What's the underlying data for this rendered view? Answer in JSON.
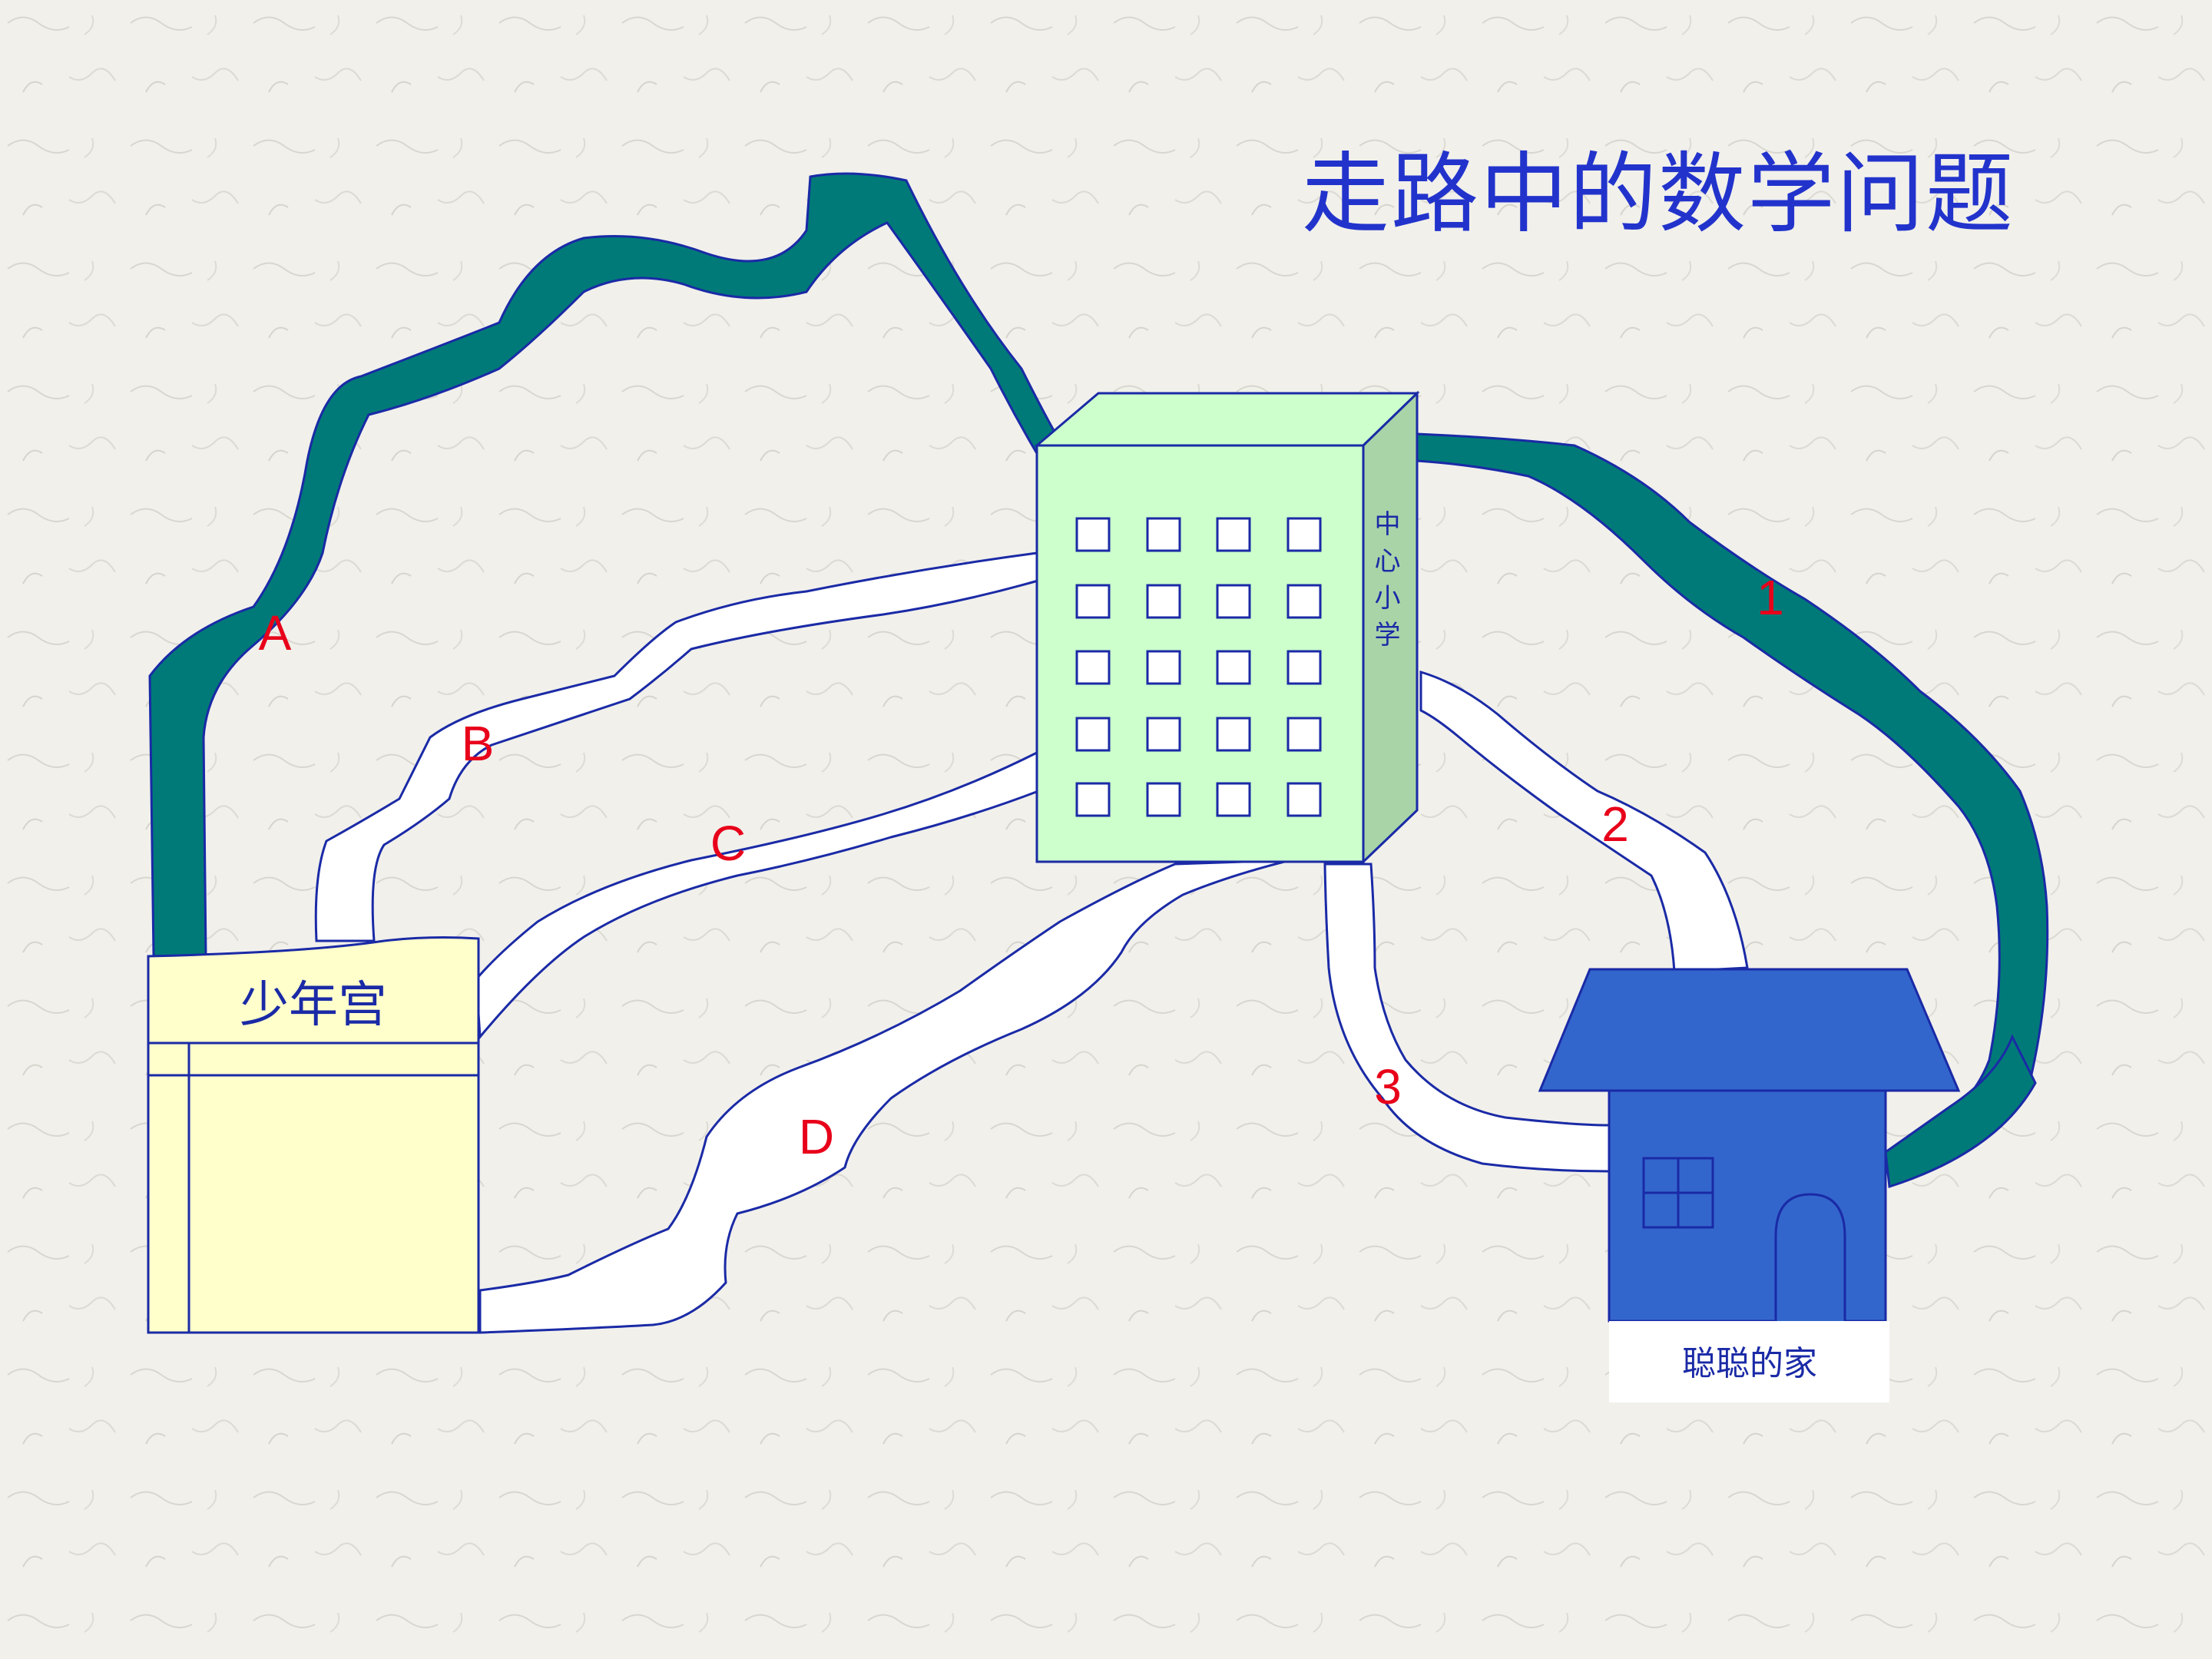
{
  "title": "走路中的数学问题",
  "places": {
    "youth_palace": "少年宫",
    "school": "中心小学",
    "home": "聪聪的家"
  },
  "routes": {
    "a": "A",
    "b": "B",
    "c": "C",
    "d": "D",
    "r1": "1",
    "r2": "2",
    "r3": "3"
  },
  "colors": {
    "title": "#2233cc",
    "road_green": "#007a78",
    "road_white": "#ffffff",
    "outline": "#1a2aa6",
    "label_red": "#e8001a",
    "palace_fill": "#ffffcc",
    "school_front": "#ccffcc",
    "school_side": "#a8d4a8",
    "house": "#3366cc"
  }
}
